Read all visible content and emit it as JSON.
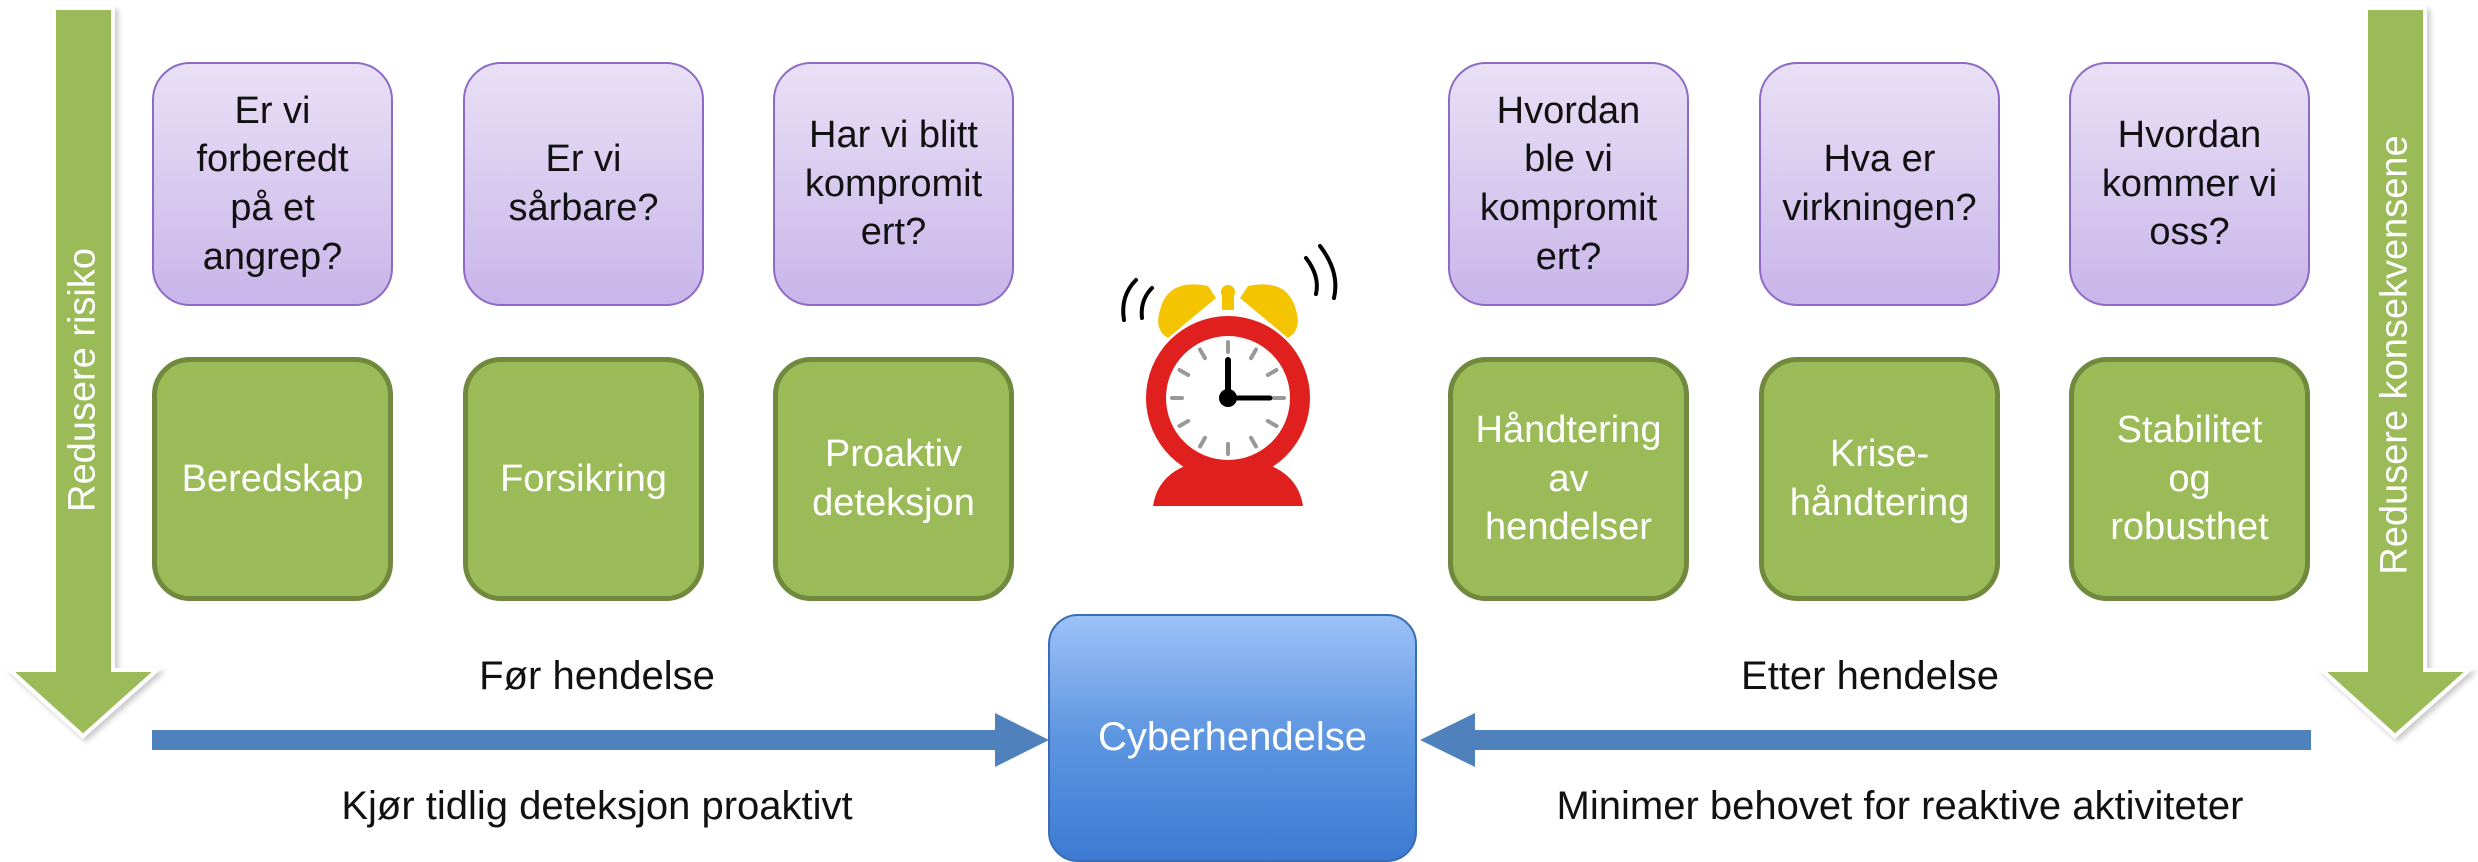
{
  "left_arrow_label": "Redusere risiko",
  "right_arrow_label": "Redusere konsekvensene",
  "before": {
    "questions": [
      "Er vi\nforberedt\npå et\nangrep?",
      "Er vi\nsårbare?",
      "Har vi blitt\nkompromit\nert?"
    ],
    "activities": [
      "Beredskap",
      "Forsikring",
      "Proaktiv\ndeteksjon"
    ],
    "caption": "Før hendelse",
    "bottom_text": "Kjør tidlig deteksjon proaktivt"
  },
  "after": {
    "questions": [
      "Hvordan\nble vi\nkompromit\nert?",
      "Hva er\nvirkningen?",
      "Hvordan\nkommer vi\noss?"
    ],
    "activities": [
      "Håndtering\nav\nhendelser",
      "Krise-\nhåndtering",
      "Stabilitet\nog\nrobusthet"
    ],
    "caption": "Etter hendelse",
    "bottom_text": "Minimer behovet for reaktive aktiviteter"
  },
  "center": {
    "label": "Cyberhendelse",
    "icon": "alarm-clock-icon"
  },
  "colors": {
    "question_fill": "#d9ccf0",
    "question_border": "#8d6bc5",
    "activity_fill": "#9bbb59",
    "activity_border": "#71893d",
    "down_arrow": "#9bbb59",
    "horizontal_arrow": "#4f81bd",
    "center_box": "#5d95e0",
    "clock_red": "#e0201e",
    "clock_bells": "#f5c400"
  }
}
